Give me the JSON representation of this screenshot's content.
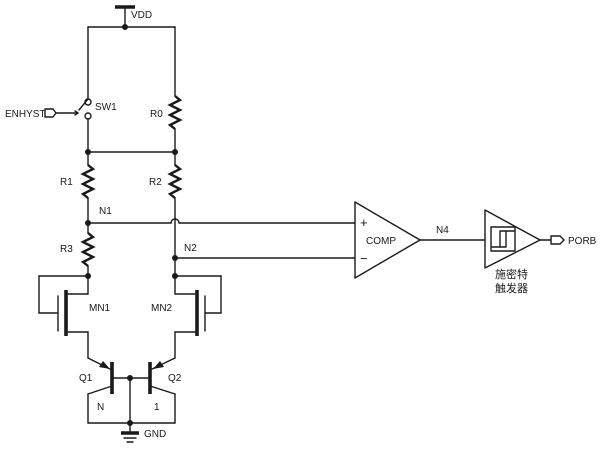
{
  "labels": {
    "vdd": "VDD",
    "gnd": "GND",
    "enhyst": "ENHYST",
    "sw1": "SW1",
    "r0": "R0",
    "r1": "R1",
    "r2": "R2",
    "r3": "R3",
    "n1": "N1",
    "n2": "N2",
    "n4": "N4",
    "mn1": "MN1",
    "mn2": "MN2",
    "q1": "Q1",
    "q2": "Q2",
    "q1_ratio": "N",
    "q2_ratio": "1",
    "comp": "COMP",
    "comp_plus": "+",
    "comp_minus": "−",
    "porb": "PORB",
    "schmitt_line1": "施密特",
    "schmitt_line2": "触发器"
  }
}
